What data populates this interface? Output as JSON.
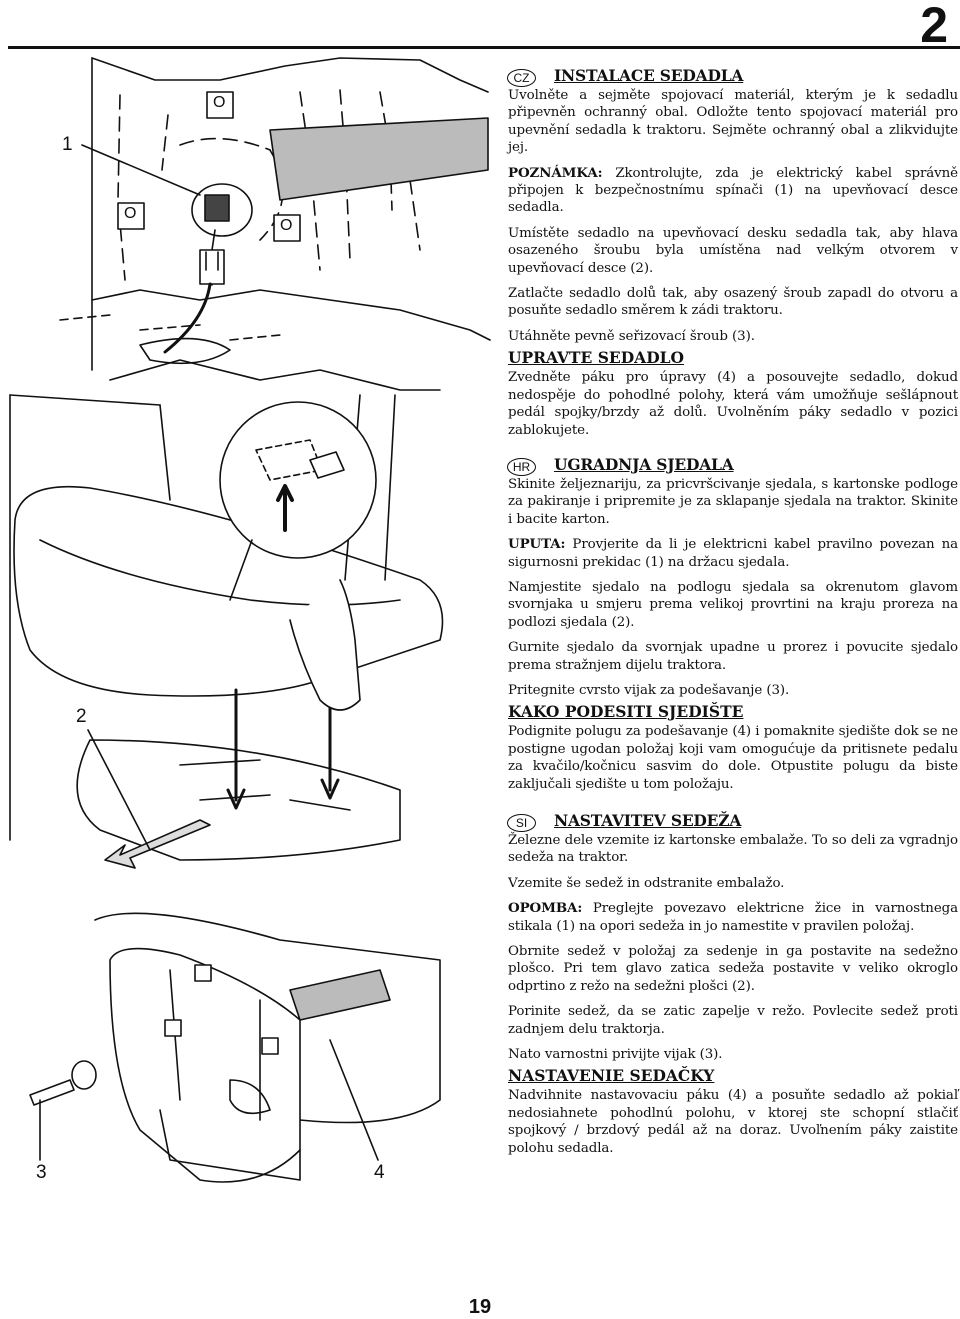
{
  "header": {
    "page_number_large": "2"
  },
  "footer": {
    "page_number": "19"
  },
  "figure": {
    "callouts": {
      "one": "1",
      "two": "2",
      "three": "3",
      "four": "4"
    },
    "switch_marks": "O"
  },
  "sections": {
    "cz": {
      "lang": "CZ",
      "title": "INSTALACE SEDADLA",
      "p1": "Uvolněte a sejměte spojovací materiál, kterým je k sedadlu připevněn ochranný obal. Odložte tento spojovací materiál pro upevnění sedadla k traktoru. Sejměte ochranný obal a zlikvidujte jej.",
      "note_label": "POZNÁMKA:",
      "note_text": " Zkontrolujte, zda je elektrický kabel správně připojen k bezpečnostnímu spínači (1) na upevňovací desce sedadla.",
      "p2": "Umístěte sedadlo na upevňovací desku sedadla tak, aby hlava osazeného šroubu byla umístěna nad velkým  otvorem v upevňovací desce (2).",
      "p3": "Zatlačte sedadlo dolů tak, aby osazený šroub zapadl do otvoru a posuňte sedadlo směrem k zádi traktoru.",
      "p4": "Utáhněte pevně seřizovací šroub (3).",
      "sub": "UPRAVTE SEDADLO",
      "p5": "Zvedněte páku pro úpravy (4) a posouvejte sedadlo, dokud nedospěje do pohodlné polohy, která vám umožňuje sešlápnout pedál spojky/brzdy až dolů. Uvolněním páky sedadlo v pozici zablokujete."
    },
    "hr": {
      "lang": "HR",
      "title": "UGRADNJA SJEDALA",
      "p1": "Skinite željeznariju, za pricvršcivanje sjedala, s kartonske podloge za pakiranje i pripremite  je za sklapanje sjedala na traktor. Skinite i bacite karton.",
      "note_label": "UPUTA:",
      "note_text": " Provjerite da li je elektricni kabel pravilno povezan na sigurnosni prekidac (1) na držacu sjedala.",
      "p2": "Namjestite sjedalo na podlogu sjedala sa okrenutom glavom svornjaka u smjeru prema velikoj provrtini na kraju proreza na podlozi sjedala (2).",
      "p3": "Gurnite sjedalo da svornjak upadne u prorez i povucite sjedalo prema stražnjem dijelu traktora.",
      "p4": "Pritegnite cvrsto vijak za podešavanje (3).",
      "sub": "KAKO PODESITI SJEDIŠTE",
      "p5": "Podignite polugu za podešavanje (4) i pomaknite sjedište dok se ne postigne ugodan položaj koji vam omogućuje da pritisnete pedalu za kvačilo/kočnicu sasvim do dole. Otpustite polugu da biste zaključali sjedište u tom položaju."
    },
    "si": {
      "lang": "SI",
      "title": "NASTAVITEV SEDEŽA",
      "p1": "Železne dele vzemite iz kartonske embalaže. To so deli za vgradnjo sedeža na traktor.",
      "p2": "Vzemite še sedež in odstranite embalažo.",
      "note_label": "OPOMBA:",
      "note_text": "  Preglejte povezavo elektricne žice in varnostnega stikala (1) na  opori sedeža in jo namestite v pravilen položaj.",
      "p3": "Obrnite sedež v položaj za sedenje in ga postavite na sedežno plošco. Pri tem glavo zatica sedeža postavite v veliko okroglo odprtino z režo na sedežni plošci (2).",
      "p4": "Porinite sedež, da se zatic zapelje v režo. Povlecite sedež proti zadnjem delu traktorja.",
      "p5": "Nato varnostni privijte vijak (3).",
      "sub": "NASTAVENIE SEDAČKY",
      "p6": "Nadvihnite nastavovaciu páku (4) a posuňte sedadlo až pokiaľ nedosiahnete pohodlnú polohu, v ktorej ste schopní stlačiť spojkový / brzdový pedál až na doraz. Uvoľnením páky zaistite polohu sedadla."
    }
  }
}
